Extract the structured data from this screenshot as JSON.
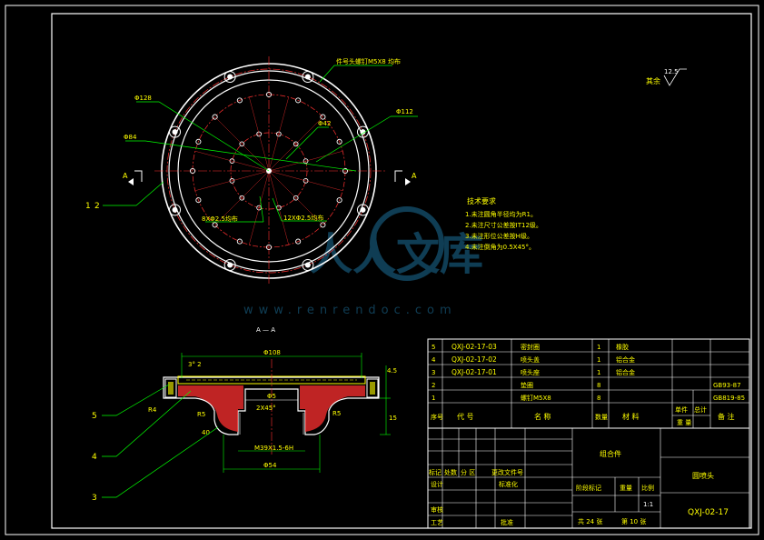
{
  "view_label": "A — A",
  "section_marks": {
    "left": "A",
    "right": "A"
  },
  "roughness": {
    "label": "其余",
    "value": "12.5"
  },
  "plan_view": {
    "callouts": {
      "screw": "件号头螺钉M5X8  均布",
      "d1": "Φ128",
      "d2": "Φ112",
      "d3": "Φ84",
      "d4": "Φ42",
      "holes_outer": "8XΦ2.5均布",
      "holes_inner": "12XΦ2.5均布"
    }
  },
  "left_balloons": [
    "1",
    "2"
  ],
  "section_view": {
    "dims": {
      "top_width": "Φ108",
      "bevel": "3° 2",
      "angle": "2X45°",
      "thread": "M39X1.5-6H",
      "bottom_dia": "Φ54",
      "r_left": "R5",
      "r_right": "R5",
      "r_small": "R4",
      "h_right": "15",
      "h_mid": "40",
      "cx": "Φ5",
      "top_h": "4.5"
    },
    "balloons": [
      "5",
      "4",
      "3"
    ]
  },
  "technical_requirements": {
    "title": "技术要求",
    "items": [
      "1.未注圆角半径均为R1。",
      "2.未注尺寸公差按IT12级。",
      "3.未注形位公差按H级。",
      "4.未注倒角为0.5X45°。"
    ]
  },
  "bom": {
    "rows": [
      {
        "no": "5",
        "code": "QXJ-02-17-03",
        "name": "密封圈",
        "qty": "1",
        "material": "橡胶",
        "unit_w": "",
        "total_w": "",
        "remark": ""
      },
      {
        "no": "4",
        "code": "QXJ-02-17-02",
        "name": "喷头盖",
        "qty": "1",
        "material": "铝合金",
        "unit_w": "",
        "total_w": "",
        "remark": ""
      },
      {
        "no": "3",
        "code": "QXJ-02-17-01",
        "name": "喷头座",
        "qty": "1",
        "material": "铝合金",
        "unit_w": "",
        "total_w": "",
        "remark": ""
      },
      {
        "no": "2",
        "code": "",
        "name": "垫圈",
        "qty": "8",
        "material": "",
        "unit_w": "",
        "total_w": "",
        "remark": "GB93-87"
      },
      {
        "no": "1",
        "code": "",
        "name": "螺钉M5X8",
        "qty": "8",
        "material": "",
        "unit_w": "",
        "total_w": "",
        "remark": "GB819-85"
      }
    ],
    "header": {
      "no": "序号",
      "code": "代  号",
      "name": "名  称",
      "qty": "数量",
      "material": "材    料",
      "unit": "单件",
      "total": "总计",
      "weight": "重  量",
      "remark": "备  注"
    }
  },
  "title_block": {
    "assembly": "组合件",
    "part_name": "圆喷头",
    "drawing_no": "QXJ-02-17",
    "scale": "1:1",
    "sheets": "共 24 张",
    "sheet": "第 10 张",
    "cells": {
      "mark": "标记",
      "count": "处数",
      "zone": "分  区",
      "change_doc": "更改文件号",
      "design": "设计",
      "standardize": "标准化",
      "stage_mark": "阶段标记",
      "weight": "重量",
      "scale": "比例",
      "review": "审核",
      "process": "工艺",
      "approve": "批准"
    }
  },
  "watermark": {
    "text": "人人文库",
    "url": "www.renrendoc.com"
  }
}
